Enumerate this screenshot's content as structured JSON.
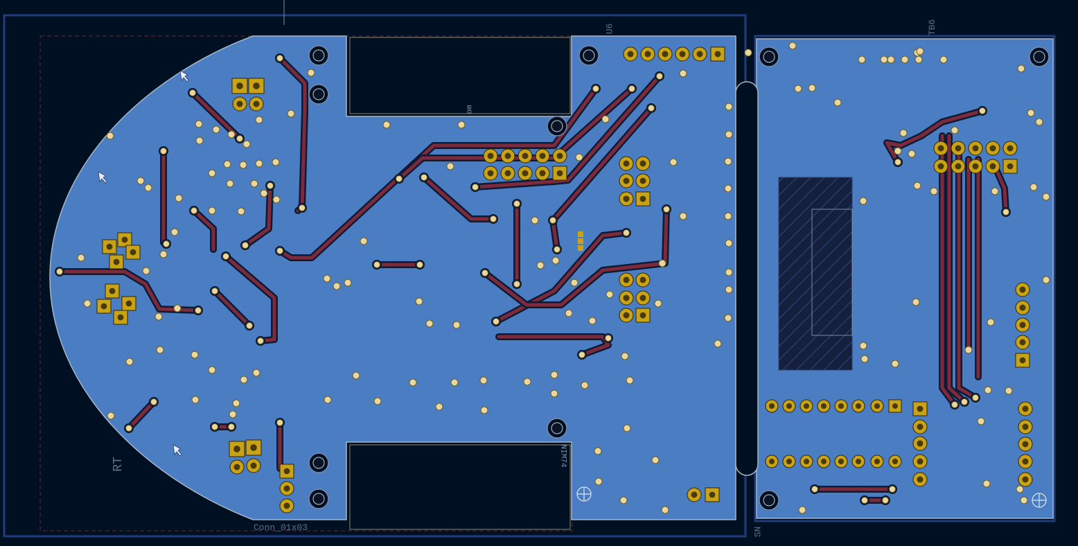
{
  "canvas": {
    "background": "#001023"
  },
  "colors": {
    "copper_fill": "#4d7fc4",
    "track": "#7d2a3d",
    "pad": "#c8a318",
    "via": "#e8d7a0",
    "outline": "#a8b5c8",
    "hatch": "#1d2c52",
    "frame": "#1a2f6b"
  },
  "labels": {
    "rt": "RT",
    "conn": "Conn_01x03",
    "u6": "U6",
    "tb6": "TB6",
    "sn": "SN",
    "om": "om",
    "min": "NIM74"
  },
  "icons": [
    "cursor-arrow-icon",
    "mounting-hole-icon",
    "crosshair-icon"
  ]
}
